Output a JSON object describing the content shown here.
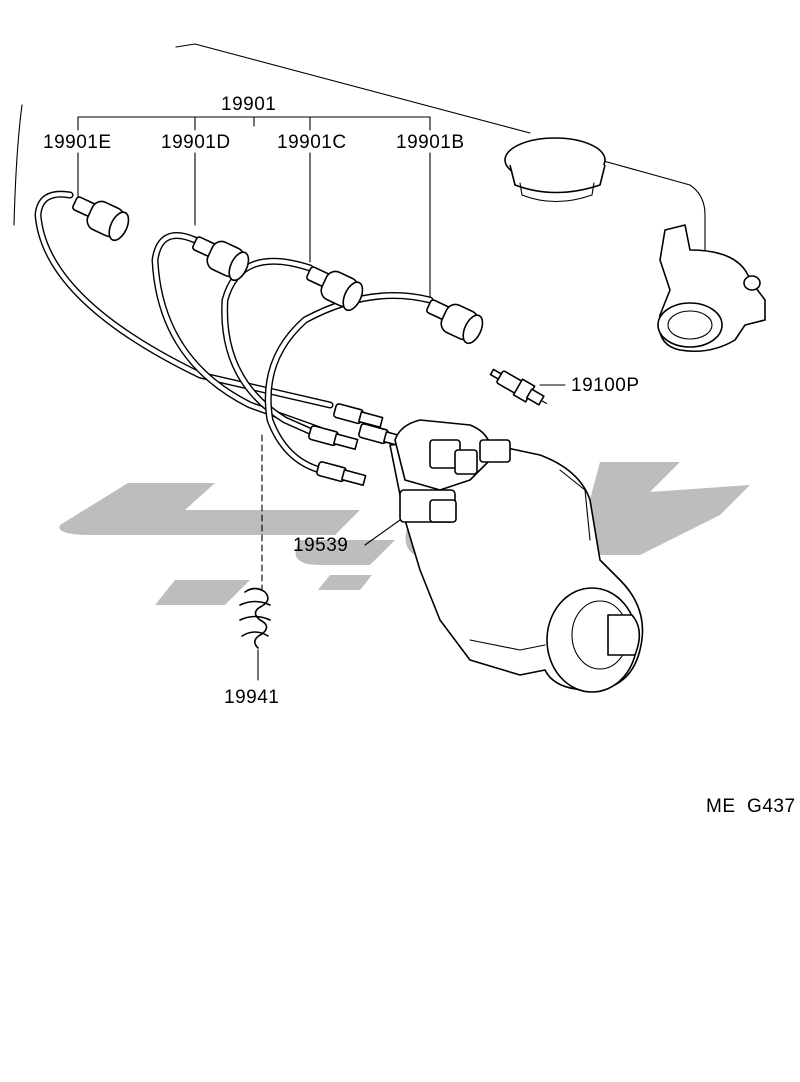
{
  "labels": {
    "wire_set": "19901",
    "wire_e": "19901E",
    "wire_d": "19901D",
    "wire_c": "19901C",
    "wire_b": "19901B",
    "spark_plug": "19100P",
    "ignition_coil": "19539",
    "clamp": "19941"
  },
  "diagram_code": "ME  G437",
  "colors": {
    "ink": "#000000",
    "watermark": "#bdbdbd",
    "background": "#ffffff"
  }
}
